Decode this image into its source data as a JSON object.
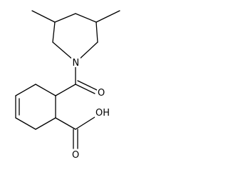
{
  "molecule": {
    "atoms": {
      "nitrogen": "N",
      "carbonyl_oxygen": "O",
      "acid_group": "OH"
    }
  }
}
